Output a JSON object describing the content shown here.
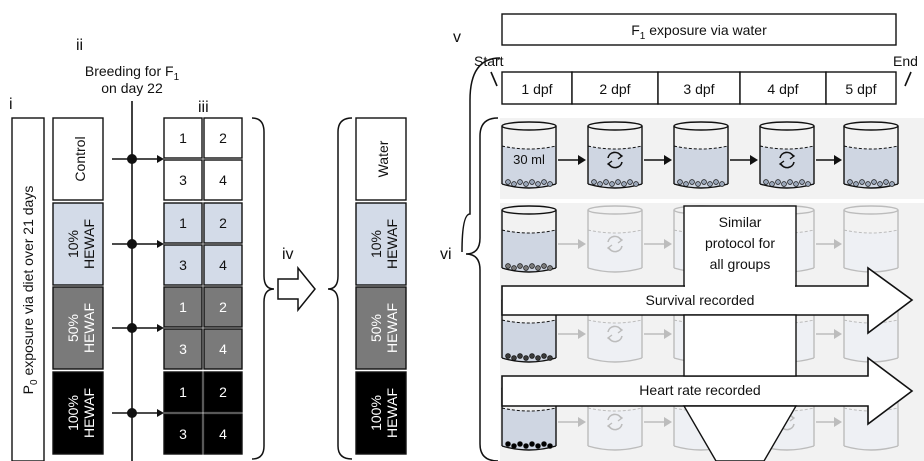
{
  "roman": [
    "i",
    "ii",
    "iii",
    "iv",
    "v",
    "vi"
  ],
  "breeding": {
    "line1": "Breeding for F",
    "sub": "1",
    "line2": "on day 22"
  },
  "p0_label": {
    "main": "P",
    "sub": "0",
    "rest": " exposure via diet over 21 days"
  },
  "groups": [
    {
      "name": "Control",
      "line1": "Control",
      "line2": "",
      "fill": "#ffffff",
      "text": "#111111"
    },
    {
      "name": "10% HEWAF",
      "line1": "10%",
      "line2": "HEWAF",
      "fill": "#d3dbe8",
      "text": "#111111"
    },
    {
      "name": "50% HEWAF",
      "line1": "50%",
      "line2": "HEWAF",
      "fill": "#7a7a7a",
      "text": "#ffffff"
    },
    {
      "name": "100% HEWAF",
      "line1": "100%",
      "line2": "HEWAF",
      "fill": "#000000",
      "text": "#ffffff"
    }
  ],
  "replicates": [
    "1",
    "2",
    "3",
    "4"
  ],
  "f1_groups": [
    {
      "line1": "Water",
      "line2": "",
      "fill": "#ffffff",
      "text": "#111111"
    },
    {
      "line1": "10%",
      "line2": "HEWAF",
      "fill": "#d3dbe8",
      "text": "#111111"
    },
    {
      "line1": "50%",
      "line2": "HEWAF",
      "fill": "#7a7a7a",
      "text": "#ffffff"
    },
    {
      "line1": "100%",
      "line2": "HEWAF",
      "fill": "#000000",
      "text": "#ffffff"
    }
  ],
  "f1_title": {
    "main": "F",
    "sub": "1",
    "rest": " exposure via water"
  },
  "timeline": {
    "start": "Start",
    "end": "End",
    "days": [
      "1 dpf",
      "2 dpf",
      "3 dpf",
      "4 dpf",
      "5 dpf"
    ]
  },
  "beaker_volume": "30 ml",
  "note": [
    "Similar",
    "protocol for",
    "all groups"
  ],
  "arrows": [
    "Survival recorded",
    "Heart rate recorded"
  ],
  "colors": {
    "water": "#cfd6e2",
    "panel": "#f2f2f2",
    "faded": "#bcbcbc",
    "ink": "#111111"
  }
}
